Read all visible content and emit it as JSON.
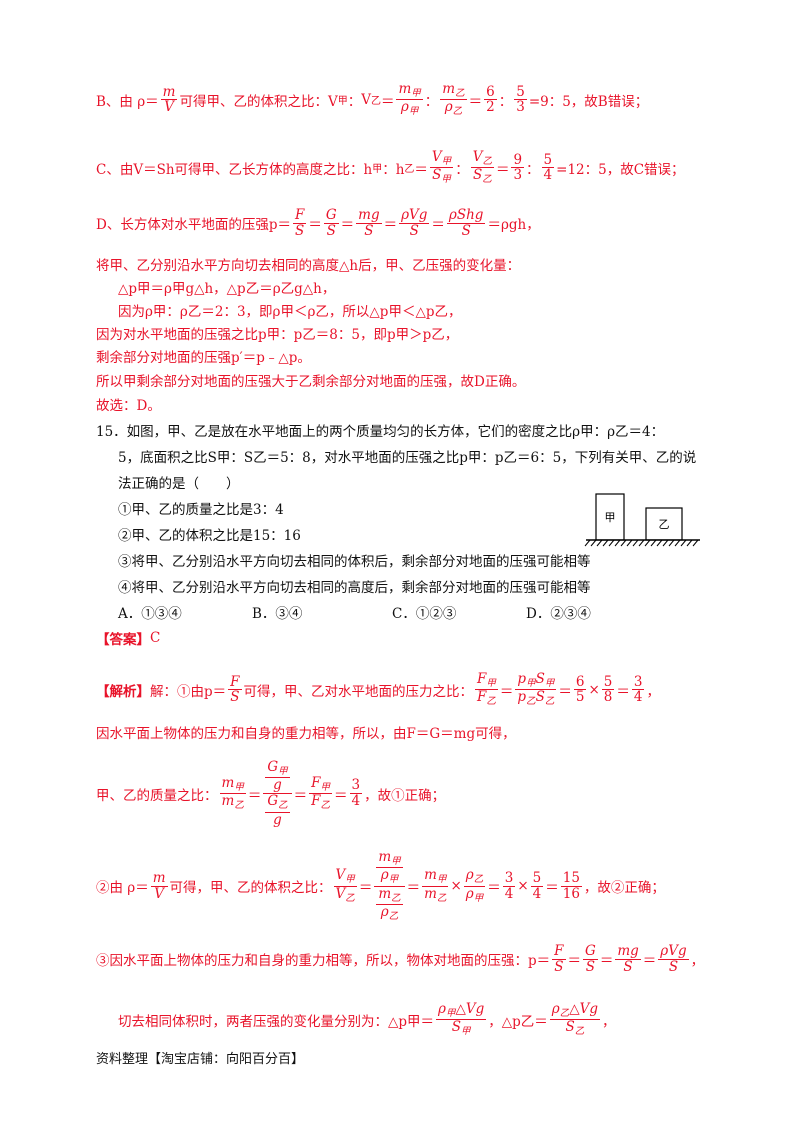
{
  "solution_B": {
    "prefix": "B、由 ρ＝",
    "mid": "可得甲、乙的体积之比：V",
    "after": "V",
    "values": "= 6/2 : 5/3",
    "result": "=9：5，故B错误；"
  },
  "solution_C": {
    "prefix": "C、由V＝Sh可得甲、乙长方体的高度之比：h",
    "result": "=12：5，故C错误；"
  },
  "solution_D": {
    "prefix": "D、长方体对水平地面的压强p＝",
    "result": "＝ρgh，",
    "l1": "将甲、乙分别沿水平方向切去相同的高度△h后，甲、乙压强的变化量：",
    "l2": "△p甲＝ρ甲g△h，△p乙＝ρ乙g△h，",
    "l3": "因为ρ甲：ρ乙＝2：3，即ρ甲＜ρ乙，所以△p甲＜△p乙，",
    "l4": "因为对水平地面的压强之比p甲：p乙＝8：5，即p甲＞p乙，",
    "l5": "剩余部分对地面的压强p′＝p﹣△p。",
    "l6": "所以甲剩余部分对地面的压强大于乙剩余部分对地面的压强，故D正确。",
    "l7": "故选：D。"
  },
  "question15": {
    "l1": "15．如图，甲、乙是放在水平地面上的两个质量均匀的长方体，它们的密度之比ρ甲：ρ乙＝4：",
    "l2": "5，底面积之比S甲：S乙＝5：8，对水平地面的压强之比p甲：p乙＝6：5，下列有关甲、乙的说",
    "l3": "法正确的是（　　）",
    "opt1": "①甲、乙的质量之比是3：4",
    "opt2": "②甲、乙的体积之比是15：16",
    "opt3": "③将甲、乙分别沿水平方向切去相同的体积后，剩余部分对地面的压强可能相等",
    "opt4": "④将甲、乙分别沿水平方向切去相同的高度后，剩余部分对地面的压强可能相等",
    "choiceA": "A．①③④",
    "choiceB": "B．③④",
    "choiceC": "C．①②③",
    "choiceD": "D．②③④",
    "fig_jia": "甲",
    "fig_yi": "乙"
  },
  "answer": {
    "label": "【答案】",
    "value": "C"
  },
  "analysis": {
    "label": "【解析】",
    "l1a": "解：①由p＝",
    "l1b": "可得，甲、乙对水平地面的压力之比：",
    "l2": "因水平面上物体的压力和自身的重力相等，所以，由F＝G＝mg可得，",
    "l3a": "甲、乙的质量之比：",
    "l3b": "，故①正确；",
    "l4a": "②由 ρ＝",
    "l4b": "可得，甲、乙的体积之比：",
    "l4c": "，故②正确；",
    "l5a": "③因水平面上物体的压力和自身的重力相等，所以，物体对地面的压强：p＝",
    "l6a": "切去相同体积时，两者压强的变化量分别为：△p甲＝",
    "l6b": "，△p乙＝"
  },
  "footer": "资料整理【淘宝店铺：向阳百分百】"
}
